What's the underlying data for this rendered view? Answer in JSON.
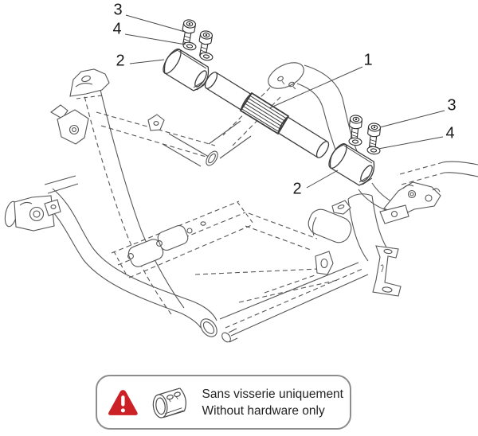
{
  "diagram": {
    "type": "exploded-parts-diagram",
    "subject": "frame crossbar with clamps and hardware",
    "callouts": [
      {
        "id": "bolt-left",
        "label": "3"
      },
      {
        "id": "washer-left",
        "label": "4"
      },
      {
        "id": "clamp-left",
        "label": "2"
      },
      {
        "id": "crossbar",
        "label": "1"
      },
      {
        "id": "bolt-right",
        "label": "3"
      },
      {
        "id": "washer-right",
        "label": "4"
      },
      {
        "id": "clamp-right",
        "label": "2"
      }
    ]
  },
  "warning": {
    "line1": "Sans visserie uniquement",
    "line2": "Without hardware only"
  },
  "icons": {
    "warning_triangle": "warning-triangle-icon",
    "part_thumbnail": "clamp-icon"
  },
  "colors": {
    "line_art": "#565656",
    "part_line": "#3c3c3c",
    "callout_text": "#1a1a1a",
    "warning_red": "#cb2026",
    "warning_border": "#8d8d8d"
  }
}
